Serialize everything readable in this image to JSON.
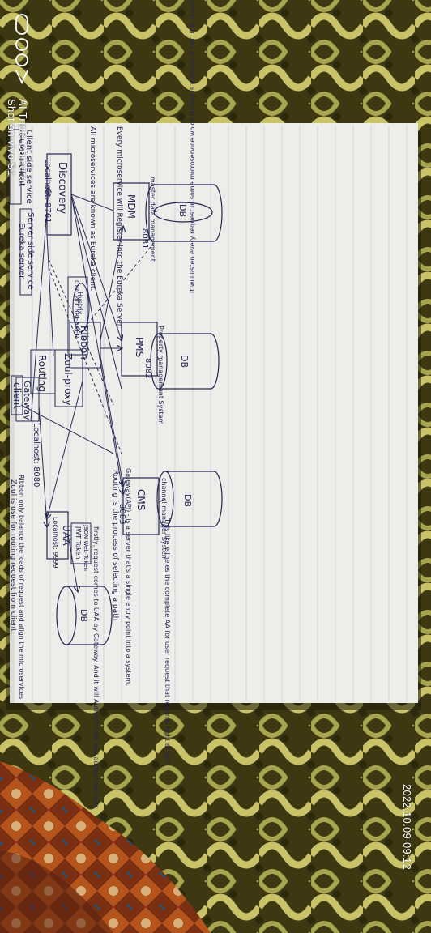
{
  "watermark": {
    "camera": "Shot on vivo S1",
    "lens": "AI Triple Camera",
    "timestamp": "2022.10.09 09:12"
  },
  "notebook": {
    "labels": {
      "eureka_client": "Eureka client",
      "eureka_server": "Eureka server",
      "client_side_service": "Client side service",
      "server_side_service": "Server side service",
      "client": "client",
      "gateway": "Gateway",
      "localhost_8080": "Localhost: 8080",
      "routing": "Routing",
      "zuul_proxy": "Zuul-proxy",
      "ribbon": "Ribbon",
      "circuit_breaker": "CIRCUIT BREAKER",
      "hystrix": "Hystrix",
      "localhost_8761": "Localhost: 8761",
      "discovery": "Discovery",
      "uaa": "UAA",
      "localhost_9999": "Localhost: 9999",
      "jwt_token": "JWT Token",
      "json_web_token": "JSON Web Token",
      "mdm": "MDM",
      "pms": "PMS",
      "cms": "CMS",
      "db": "DB",
      "port_8081": "8081",
      "port_8082": "8082",
      "port_8083": "8083"
    },
    "notes": {
      "zuul_note": "Zuul is use for routing request from client",
      "ribbon_note": "Ribbon only balance the loads of request and align the microservices",
      "uaa_note": "firstly, request comes to UAA by Gateway. And it will Authenticate and authorised user.",
      "routing_note": "Routing is the process of selecting a path",
      "gateway_note": "Gateway(API) - is a server that's a single entry point into a system.",
      "cms_note": "This like eltoeles the complete AA for user request that regards right or not.",
      "microservices_note": "All microservices are known as Eureka client.",
      "register_note": "Every microservice will Register into the Eureka Server.",
      "mdm_note": "master data management",
      "pms_note": "Property management System",
      "cms_desc": "channel manager System",
      "hystrix_note": "it will listen every request in some microservice which thread is working or not. It is responsible for thread that"
    }
  }
}
